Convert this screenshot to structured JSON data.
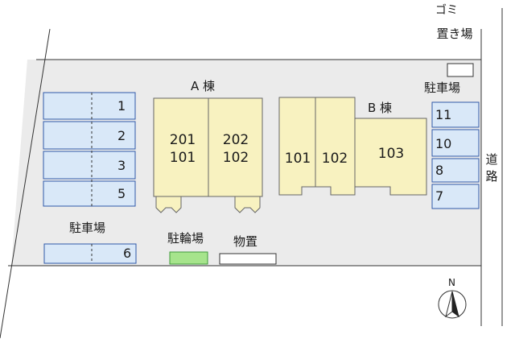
{
  "garbage_area": {
    "line1": "ゴミ",
    "line2": "置き場"
  },
  "building_a": {
    "title": "A 棟",
    "unit_left": {
      "upper": "201",
      "lower": "101"
    },
    "unit_right": {
      "upper": "202",
      "lower": "102"
    }
  },
  "building_b": {
    "title": "B 棟",
    "units": [
      "101",
      "102",
      "103"
    ]
  },
  "parking_left": {
    "spaces": [
      "1",
      "2",
      "3",
      "5"
    ]
  },
  "parking_bottom": {
    "label": "駐車場",
    "space": "6"
  },
  "parking_right": {
    "label": "駐車場",
    "spaces": [
      "11",
      "10",
      "8",
      "7"
    ]
  },
  "bicycle_parking": {
    "label": "駐輪場"
  },
  "storage": {
    "label": "物置"
  },
  "road": {
    "label": "道路"
  },
  "compass": {
    "label": "N"
  },
  "colors": {
    "lot": "#ebebeb",
    "building_fill": "#f8f2c0",
    "parking_fill": "#d9e8f8",
    "parking_stroke": "#2f58a8",
    "bicycle_fill": "#a6e48c",
    "bicycle_stroke": "#3f9a3a"
  }
}
